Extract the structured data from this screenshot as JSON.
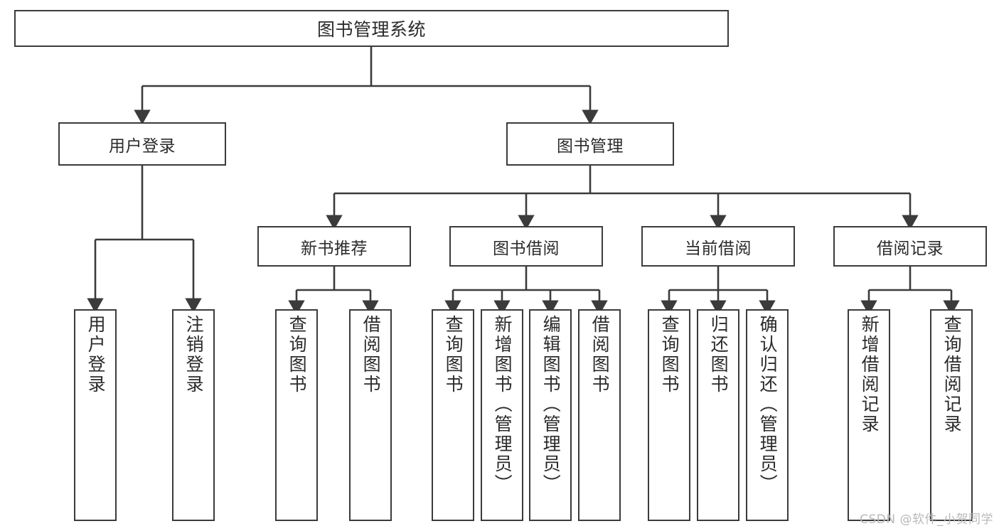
{
  "diagram": {
    "type": "tree",
    "title": "图书管理系统",
    "root": {
      "label": "图书管理系统"
    },
    "level2": [
      {
        "label": "用户登录"
      },
      {
        "label": "图书管理"
      }
    ],
    "level3": [
      {
        "label": "新书推荐"
      },
      {
        "label": "图书借阅"
      },
      {
        "label": "当前借阅"
      },
      {
        "label": "借阅记录"
      }
    ],
    "leaves": {
      "user_login": [
        {
          "label": "用户登录"
        },
        {
          "label": "注销登录"
        }
      ],
      "new_book_recommend": [
        {
          "label": "查询图书"
        },
        {
          "label": "借阅图书"
        }
      ],
      "book_borrow": [
        {
          "label": "查询图书"
        },
        {
          "label": "新增图书（管理员）"
        },
        {
          "label": "编辑图书（管理员）"
        },
        {
          "label": "借阅图书"
        }
      ],
      "current_borrow": [
        {
          "label": "查询图书"
        },
        {
          "label": "归还图书"
        },
        {
          "label": "确认归还（管理员）"
        }
      ],
      "borrow_record": [
        {
          "label": "新增借阅记录"
        },
        {
          "label": "查询借阅记录"
        }
      ]
    },
    "colors": {
      "box_border": "#3b3b3b",
      "box_fill": "#ffffff",
      "connector": "#3b3b3b",
      "text": "#2b2b2b",
      "watermark": "#b9b9b9"
    }
  },
  "watermark": {
    "text": "CSDN @软件_小贺同学"
  }
}
